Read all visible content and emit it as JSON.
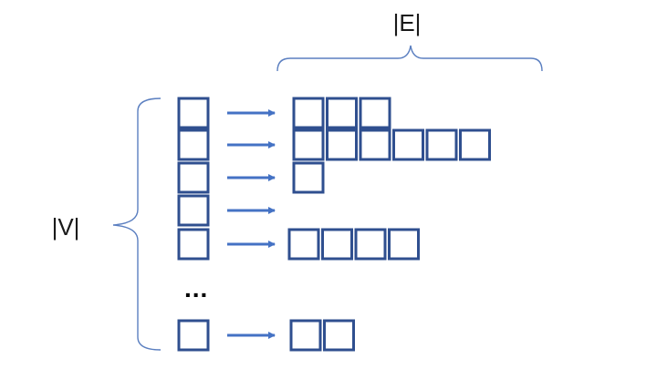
{
  "labels": {
    "edges": "|E|",
    "vertices": "|V|",
    "ellipsis": "..."
  },
  "colors": {
    "box": "#2f4f8f",
    "arrow": "#4472c4",
    "brace": "#5b7fc0"
  },
  "rows": [
    {
      "list_length": 3
    },
    {
      "list_length": 6
    },
    {
      "list_length": 1
    },
    {
      "list_length": 0
    },
    {
      "list_length": 4
    },
    {
      "ellipsis": true
    },
    {
      "list_length": 2
    }
  ]
}
